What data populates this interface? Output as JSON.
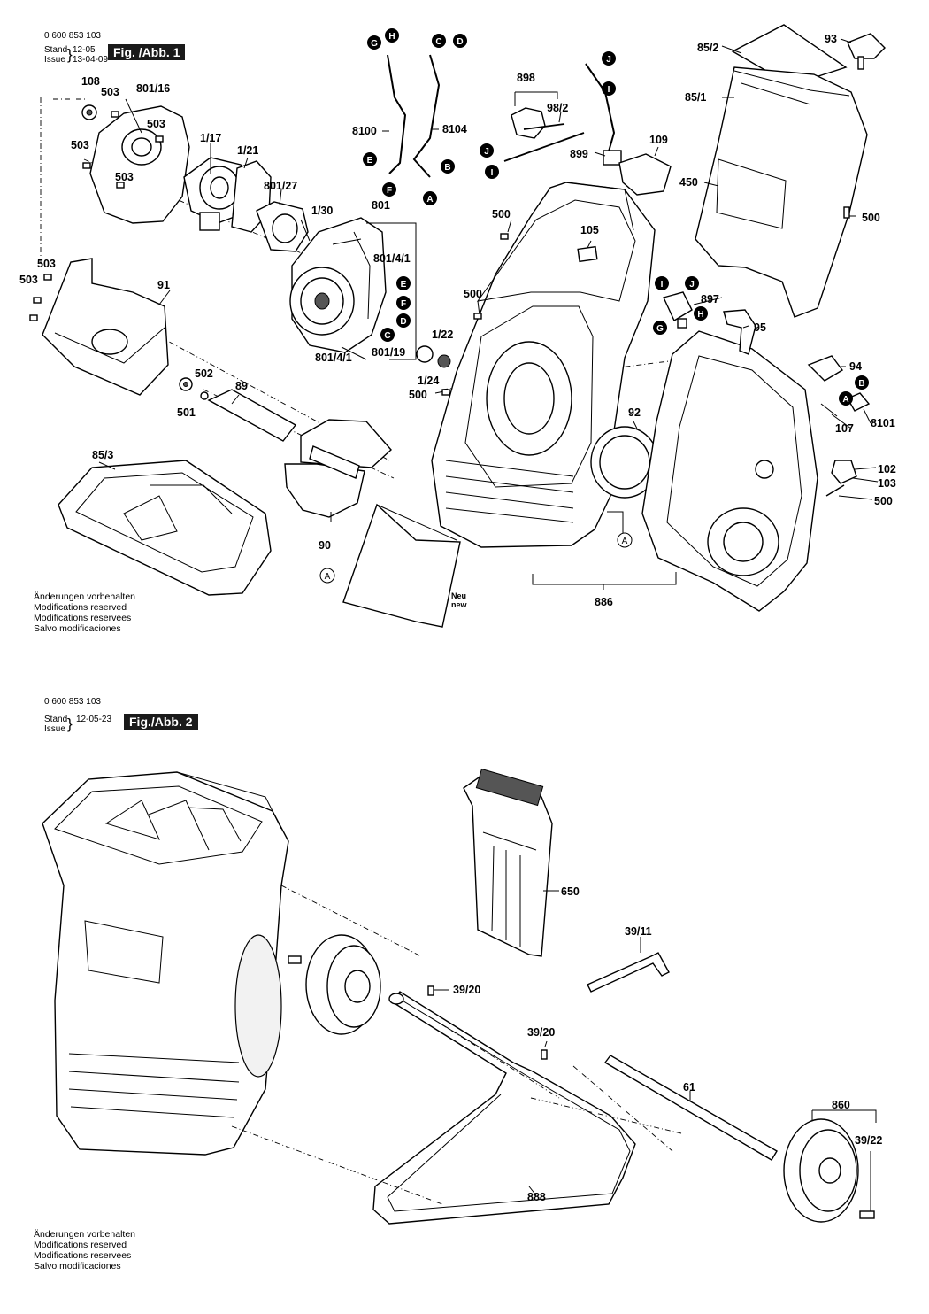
{
  "figure1": {
    "part_number": "0 600 853 103",
    "stand_label": "Stand",
    "issue_label": "Issue",
    "stand_date": "12-05",
    "issue_date": "13-04-09",
    "tag": "Fig. /Abb. 1",
    "labels": {
      "108": "108",
      "503": "503",
      "801_16": "801/16",
      "1_17": "1/17",
      "1_21": "1/21",
      "801_27": "801/27",
      "1_30": "1/30",
      "801": "801",
      "801_4_1": "801/4/1",
      "801_19": "801/19",
      "91": "91",
      "502": "502",
      "501": "501",
      "89": "89",
      "90": "90",
      "85_3": "85/3",
      "8100": "8100",
      "8104": "8104",
      "898": "898",
      "98_2": "98/2",
      "899": "899",
      "109": "109",
      "500": "500",
      "105": "105",
      "1_22": "1/22",
      "1_24": "1/24",
      "92": "92",
      "886": "886",
      "neu": "Neu",
      "new": "new",
      "85_2": "85/2",
      "93": "93",
      "85_1": "85/1",
      "450": "450",
      "897": "897",
      "95": "95",
      "94": "94",
      "8101": "8101",
      "107": "107",
      "102": "102",
      "103": "103"
    },
    "markers": [
      "A",
      "B",
      "C",
      "D",
      "E",
      "F",
      "G",
      "H",
      "I",
      "J"
    ],
    "notes": [
      "Änderungen vorbehalten",
      "Modifications reserved",
      "Modifications reservees",
      "Salvo modificaciones"
    ]
  },
  "figure2": {
    "part_number": "0 600 853 103",
    "stand_label": "Stand",
    "issue_label": "Issue",
    "stand_date": "12-05-23",
    "tag": "Fig./Abb. 2",
    "labels": {
      "650": "650",
      "39_11": "39/11",
      "39_20": "39/20",
      "61": "61",
      "860": "860",
      "39_22": "39/22",
      "888": "888"
    },
    "notes": [
      "Änderungen vorbehalten",
      "Modifications reserved",
      "Modifications reservees",
      "Salvo modificaciones"
    ]
  }
}
